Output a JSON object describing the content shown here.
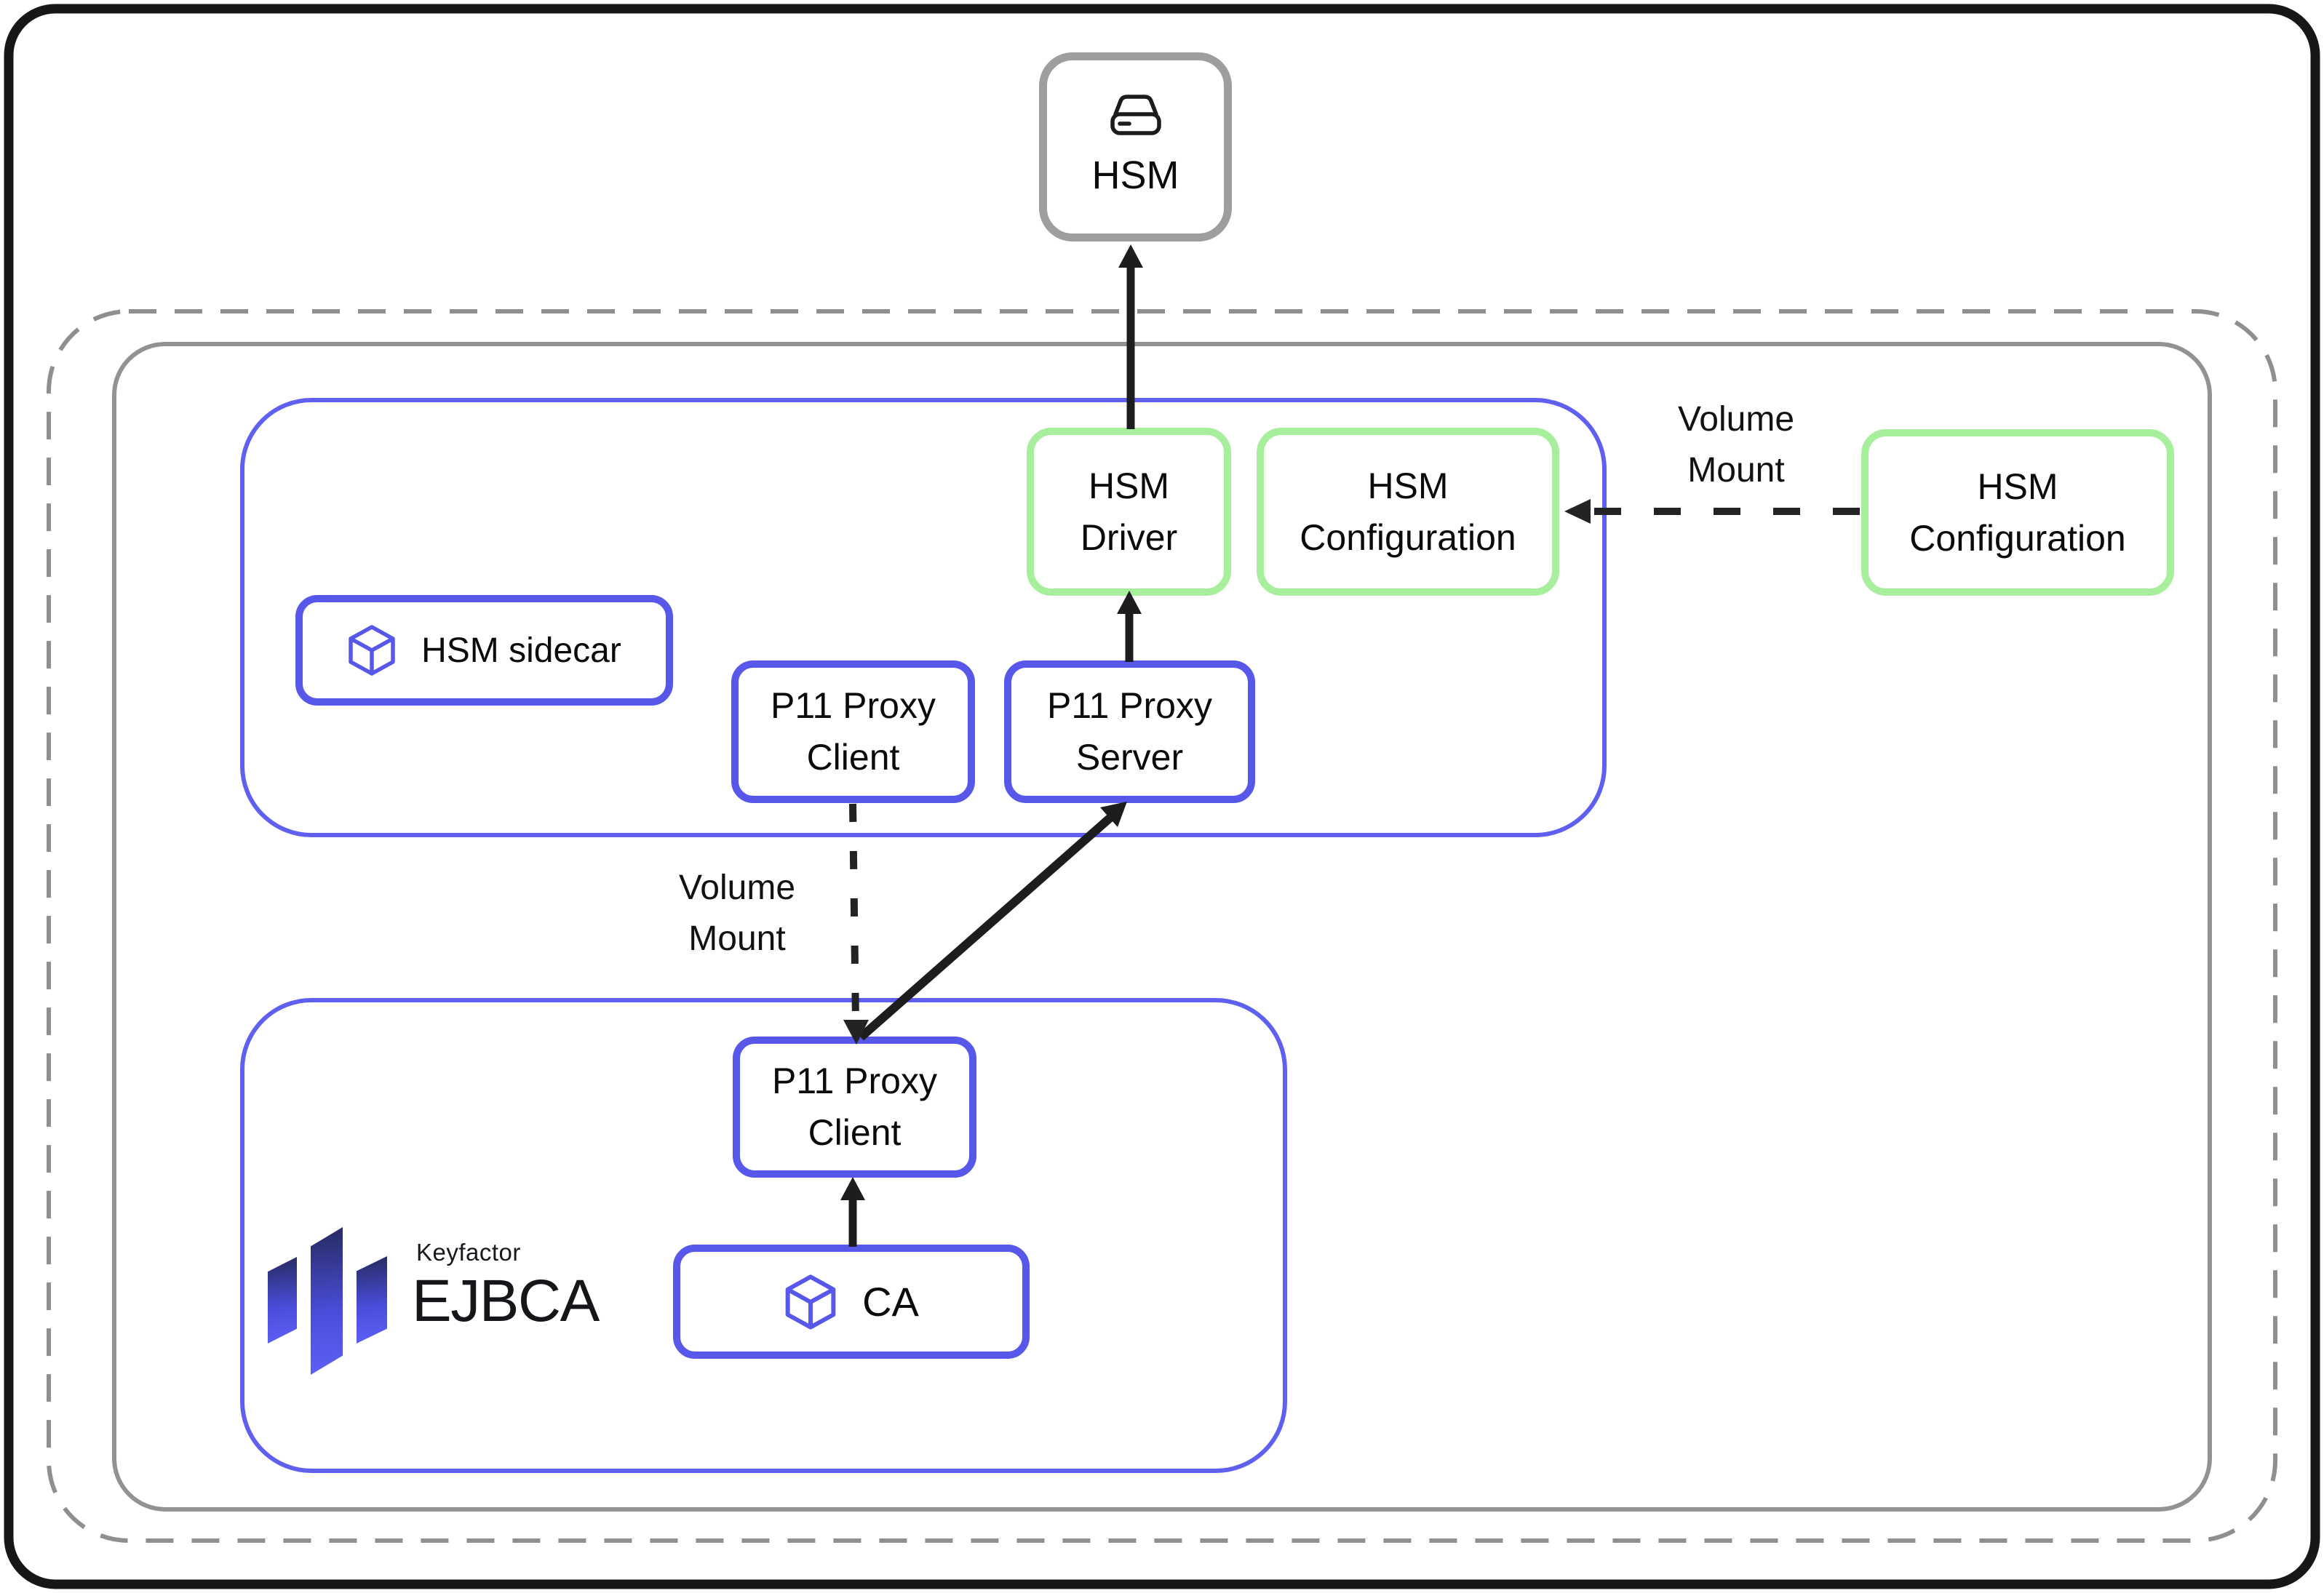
{
  "diagram": {
    "title_none_visible": "",
    "nodes": {
      "hsm": {
        "label": "HSM",
        "icon": "drive-icon"
      },
      "hsm_driver": {
        "line1": "HSM",
        "line2": "Driver"
      },
      "hsm_configuration_sidecar": {
        "line1": "HSM",
        "line2": "Configuration"
      },
      "hsm_configuration_external": {
        "line1": "HSM",
        "line2": "Configuration"
      },
      "hsm_sidecar": {
        "label": "HSM sidecar",
        "icon": "cube-icon"
      },
      "p11_proxy_client_sidecar": {
        "line1": "P11 Proxy",
        "line2": "Client"
      },
      "p11_proxy_server": {
        "line1": "P11 Proxy",
        "line2": "Server"
      },
      "p11_proxy_client_ejbca": {
        "line1": "P11 Proxy",
        "line2": "Client"
      },
      "ca": {
        "label": "CA",
        "icon": "cube-icon"
      }
    },
    "edge_labels": {
      "volume_mount_external": {
        "line1": "Volume",
        "line2": "Mount"
      },
      "volume_mount_internal": {
        "line1": "Volume",
        "line2": "Mount"
      }
    },
    "logo": {
      "brand": "Keyfactor",
      "product": "EJBCA"
    },
    "colors": {
      "node_blue": "#5757ea",
      "container_blue": "#6060f0",
      "node_green": "#a7ef9d",
      "node_gray": "#9e9e9e",
      "container_gray": "#8f8f8f",
      "arrow_black": "#1d1d1f",
      "logo_gradient_top": "#262a5e",
      "logo_gradient_bottom": "#5d60f5",
      "background": "#ffffff"
    }
  }
}
